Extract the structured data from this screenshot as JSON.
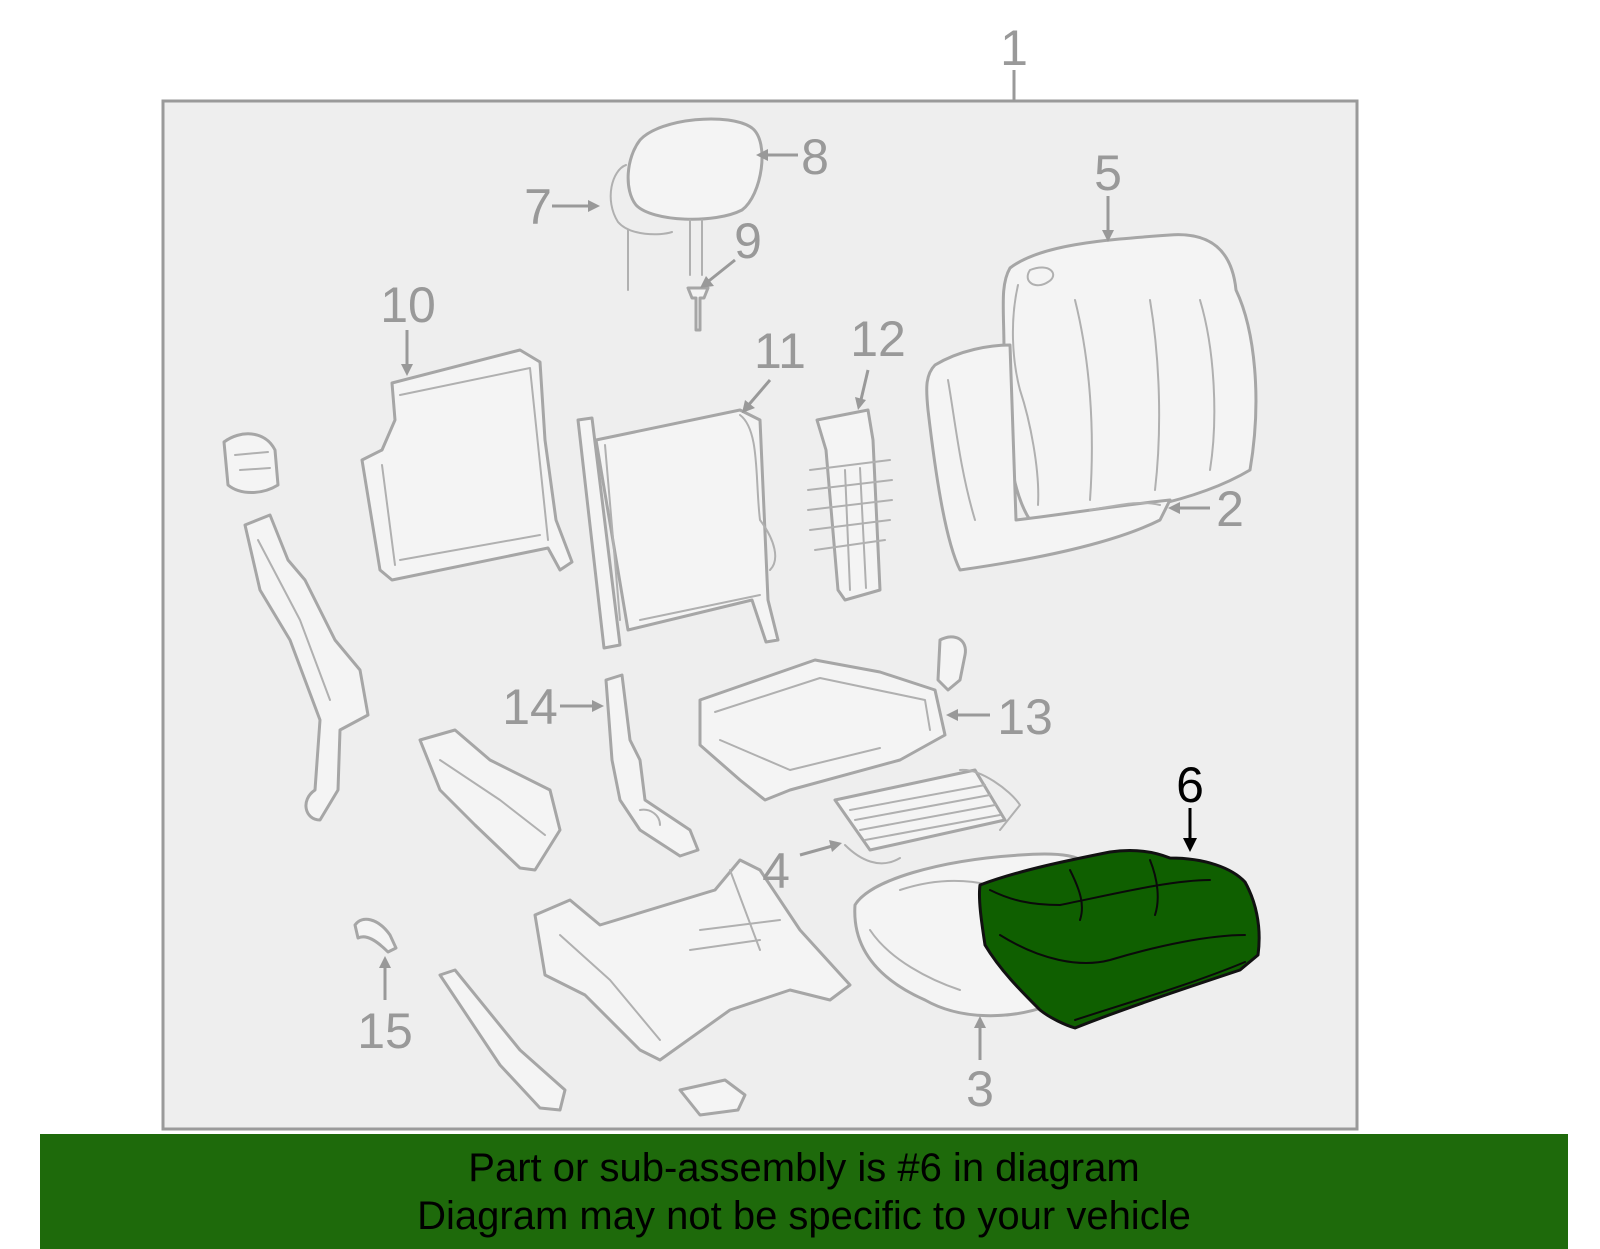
{
  "diagram": {
    "callouts": [
      {
        "id": "1",
        "label": "1",
        "highlighted": false
      },
      {
        "id": "2",
        "label": "2",
        "highlighted": false
      },
      {
        "id": "3",
        "label": "3",
        "highlighted": false
      },
      {
        "id": "4",
        "label": "4",
        "highlighted": false
      },
      {
        "id": "5",
        "label": "5",
        "highlighted": false
      },
      {
        "id": "6",
        "label": "6",
        "highlighted": true
      },
      {
        "id": "7",
        "label": "7",
        "highlighted": false
      },
      {
        "id": "8",
        "label": "8",
        "highlighted": false
      },
      {
        "id": "9",
        "label": "9",
        "highlighted": false
      },
      {
        "id": "10",
        "label": "10",
        "highlighted": false
      },
      {
        "id": "11",
        "label": "11",
        "highlighted": false
      },
      {
        "id": "12",
        "label": "12",
        "highlighted": false
      },
      {
        "id": "13",
        "label": "13",
        "highlighted": false
      },
      {
        "id": "14",
        "label": "14",
        "highlighted": false
      },
      {
        "id": "15",
        "label": "15",
        "highlighted": false
      }
    ],
    "colors": {
      "highlight_fill": "#0f5f00",
      "banner_background": "#1e6a0b",
      "frame_background": "#eeeeee",
      "line_gray": "#a6a6a6"
    }
  },
  "banner": {
    "line1": "Part or sub-assembly is #6 in diagram",
    "line2": "Diagram may not be specific to your vehicle"
  }
}
